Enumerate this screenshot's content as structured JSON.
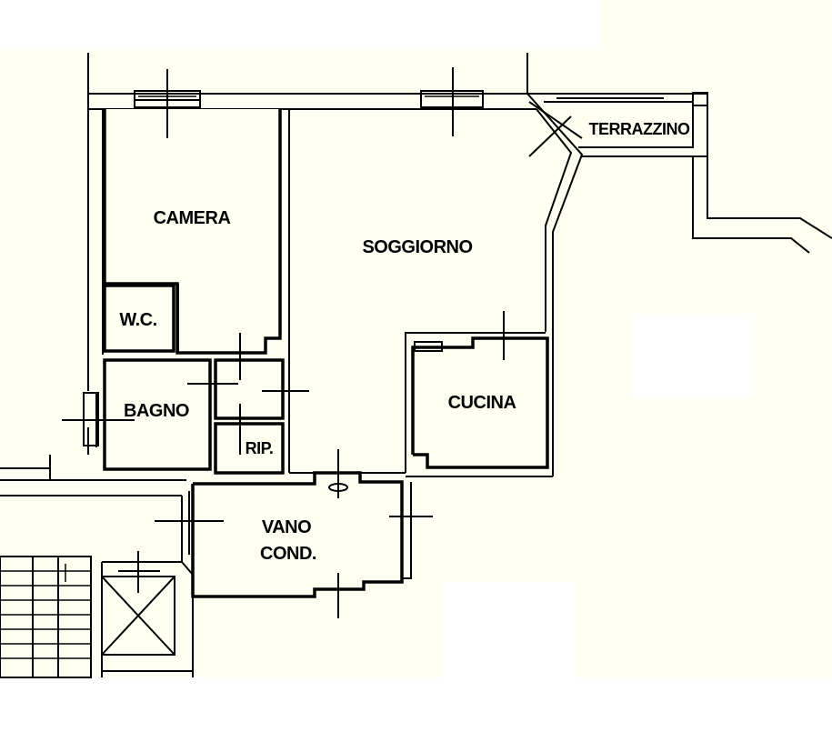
{
  "plan": {
    "background": "#fffff2",
    "line_color": "#000000",
    "rooms": {
      "camera": "CAMERA",
      "soggiorno": "SOGGIORNO",
      "terrazzino": "TERRAZZINO",
      "wc": "W.C.",
      "bagno": "BAGNO",
      "rip": "RIP.",
      "cucina": "CUCINA",
      "vano_line1": "VANO",
      "vano_line2": "COND."
    }
  }
}
